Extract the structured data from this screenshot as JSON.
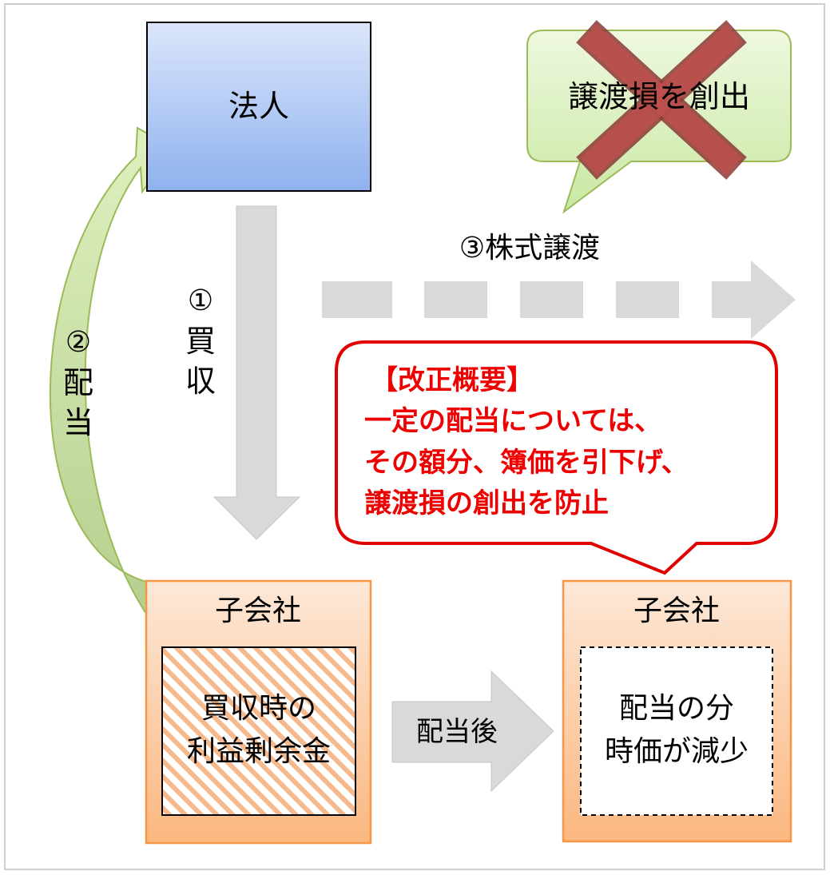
{
  "nodes": {
    "corporation": {
      "label": "法人"
    },
    "subsidiary_before": {
      "label": "子会社",
      "retained_earnings_lines": [
        "買収時の",
        "利益剰余金"
      ]
    },
    "subsidiary_after": {
      "label": "子会社",
      "reduced_value_lines": [
        "配当の分",
        "時価が減少"
      ]
    }
  },
  "callouts": {
    "transfer_loss": {
      "text": "譲渡損を創出"
    },
    "reform": {
      "lines": [
        "【改正概要】",
        "一定の配当については、",
        "その額分、簿価を引下げ、",
        "譲渡損の創出を防止"
      ]
    }
  },
  "arrows": {
    "acquisition": {
      "number": "①",
      "chars": [
        "買",
        "収"
      ]
    },
    "dividend": {
      "number": "②",
      "chars": [
        "配",
        "当"
      ]
    },
    "share_transfer": {
      "label": "③株式譲渡"
    },
    "after_dividend": {
      "label": "配当後"
    }
  },
  "colors": {
    "corporation_top": "#dbe6fb",
    "corporation_bottom": "#8fb1ee",
    "subsidiary_top": "#fde8d8",
    "subsidiary_bottom": "#fbb77f",
    "subsidiary_border": "#f79646",
    "callout_green_top": "#eef8df",
    "callout_green_bottom": "#c9e8a2",
    "callout_green_border": "#9bbb59",
    "cross": "#c0504d",
    "reform_border": "#e00000",
    "reform_text": "#ee0000",
    "arrow_gray": "#d9d9d9"
  }
}
